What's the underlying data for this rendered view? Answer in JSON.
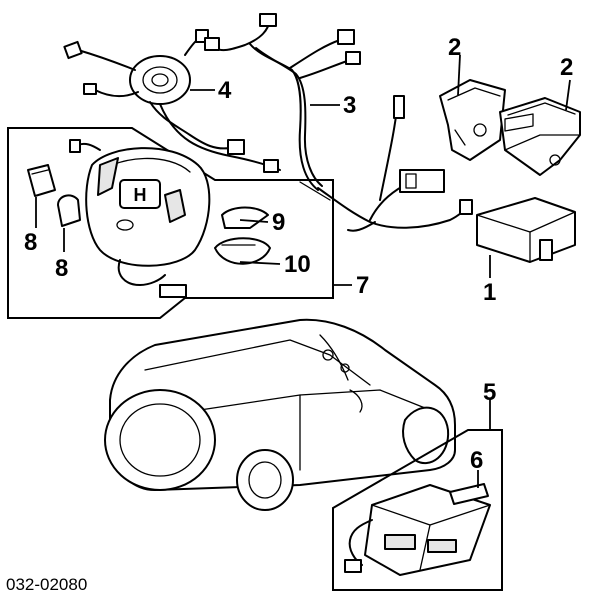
{
  "diagram": {
    "part_code": "032-02080",
    "callouts": {
      "c1": "1",
      "c2a": "2",
      "c2b": "2",
      "c3": "3",
      "c4": "4",
      "c5": "5",
      "c6": "6",
      "c7": "7",
      "c8a": "8",
      "c8b": "8",
      "c9": "9",
      "c10": "10"
    },
    "emblem_text": "H"
  }
}
